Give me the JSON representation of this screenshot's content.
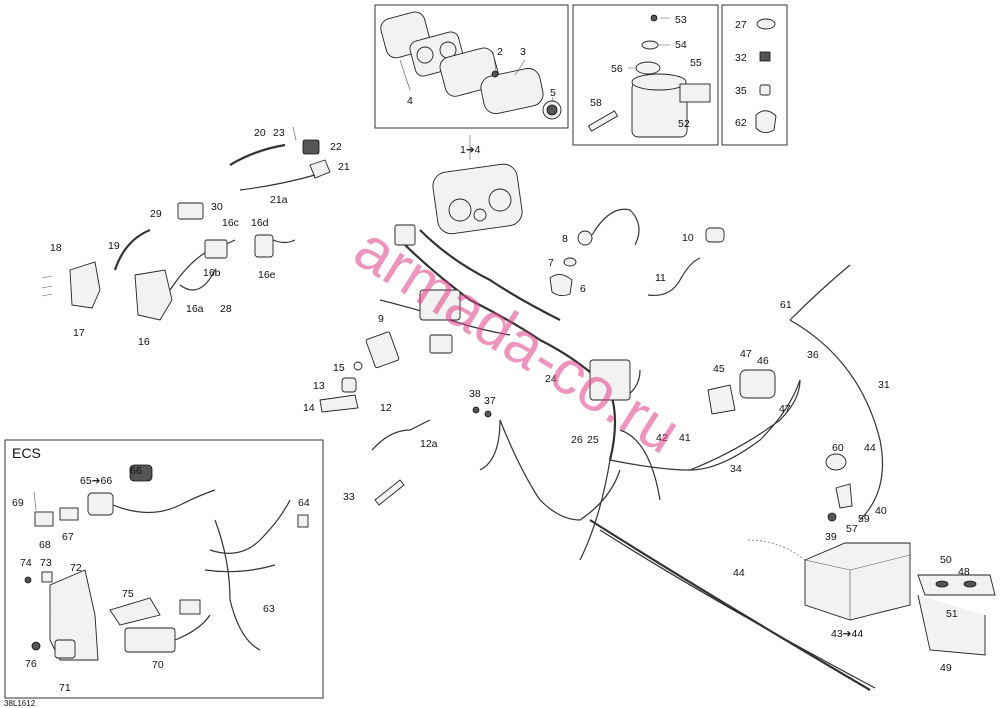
{
  "diagram": {
    "watermark": "armada-co.ru",
    "ref_code": "38L1612",
    "ecs_title": "ECS",
    "labels": {
      "l_1to4": "1➔4",
      "l_2": "2",
      "l_3": "3",
      "l_4": "4",
      "l_5": "5",
      "l_8": "8",
      "l_7": "7",
      "l_6": "6",
      "l_9": "9",
      "l_10": "10",
      "l_11": "11",
      "l_12": "12",
      "l_12a": "12a",
      "l_13": "13",
      "l_14": "14",
      "l_15": "15",
      "l_16": "16",
      "l_16a": "16a",
      "l_16b": "16b",
      "l_16c": "16c",
      "l_16d": "16d",
      "l_16e": "16e",
      "l_17": "17",
      "l_18": "18",
      "l_19": "19",
      "l_20": "20",
      "l_21": "21",
      "l_21a": "21a",
      "l_22": "22",
      "l_23": "23",
      "l_24": "24",
      "l_25": "25",
      "l_26": "26",
      "l_27": "27",
      "l_28": "28",
      "l_29": "29",
      "l_30": "30",
      "l_31": "31",
      "l_32": "32",
      "l_33": "33",
      "l_34": "34",
      "l_35": "35",
      "l_36": "36",
      "l_37": "37",
      "l_38": "38",
      "l_39": "39",
      "l_40": "40",
      "l_41": "41",
      "l_42": "42",
      "l_43to44": "43➔44",
      "l_44a": "44",
      "l_44b": "44",
      "l_45": "45",
      "l_46": "46",
      "l_47a": "47",
      "l_47b": "47",
      "l_48": "48",
      "l_49": "49",
      "l_50": "50",
      "l_51": "51",
      "l_52": "52",
      "l_53": "53",
      "l_54": "54",
      "l_55": "55",
      "l_56": "56",
      "l_57": "57",
      "l_58": "58",
      "l_59": "59",
      "l_60": "60",
      "l_61": "61",
      "l_62": "62",
      "l_63": "63",
      "l_64": "64",
      "l_65to66": "65➔66",
      "l_66": "66",
      "l_67": "67",
      "l_68": "68",
      "l_69": "69",
      "l_70": "70",
      "l_71": "71",
      "l_72": "72",
      "l_73": "73",
      "l_74": "74",
      "l_75": "75",
      "l_76": "76"
    }
  }
}
